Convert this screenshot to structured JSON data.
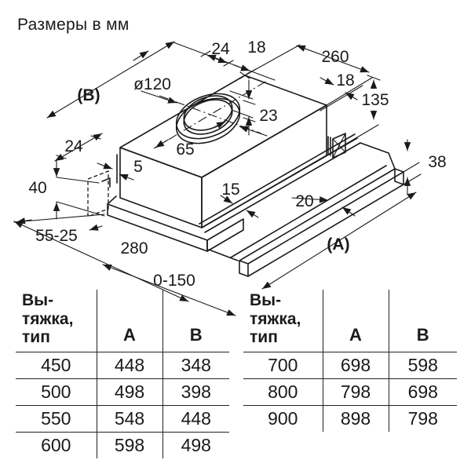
{
  "title": "Размеры в мм",
  "diagram": {
    "labels": {
      "b": "(B)",
      "a": "(A)",
      "top_24": "24",
      "top_18": "18",
      "d260": "260",
      "right_18": "18",
      "d135": "135",
      "dia": "ø120",
      "d23": "23",
      "left_24": "24",
      "d65": "65",
      "d5": "5",
      "d40": "40",
      "d15": "15",
      "d20": "20",
      "d38": "38",
      "d5525": "55-25",
      "d280": "280",
      "d0150": "0-150"
    },
    "line_color": "#1a1a1a"
  },
  "tables": [
    {
      "header_col1_lines": [
        "Вы-",
        "тяжка,",
        "тип"
      ],
      "col_a": "A",
      "col_b": "B",
      "rows": [
        [
          "450",
          "448",
          "348"
        ],
        [
          "500",
          "498",
          "398"
        ],
        [
          "550",
          "548",
          "448"
        ],
        [
          "600",
          "598",
          "498"
        ]
      ]
    },
    {
      "header_col1_lines": [
        "Вы-",
        "тяжка,",
        "тип"
      ],
      "col_a": "A",
      "col_b": "B",
      "rows": [
        [
          "700",
          "698",
          "598"
        ],
        [
          "800",
          "798",
          "698"
        ],
        [
          "900",
          "898",
          "798"
        ]
      ]
    }
  ]
}
